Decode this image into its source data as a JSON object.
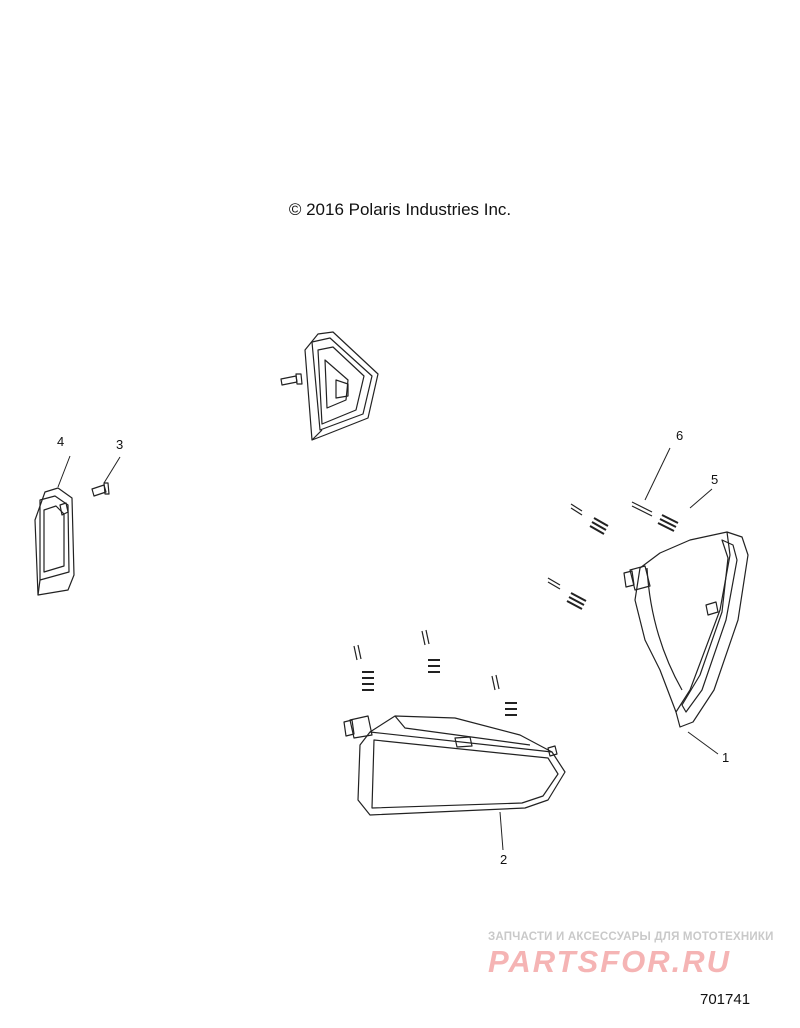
{
  "copyright": "© 2016 Polaris Industries Inc.",
  "figure_number": "701741",
  "watermark": {
    "subtitle": "ЗАПЧАСТИ И АКСЕССУАРЫ ДЛЯ МОТОТЕХНИКИ",
    "brand": "PARTSFOR.RU",
    "color": "#f5b4b4"
  },
  "callouts": [
    {
      "id": "1",
      "label": "1"
    },
    {
      "id": "2",
      "label": "2"
    },
    {
      "id": "3",
      "label": "3"
    },
    {
      "id": "4",
      "label": "4"
    },
    {
      "id": "5",
      "label": "5"
    },
    {
      "id": "6",
      "label": "6"
    }
  ]
}
